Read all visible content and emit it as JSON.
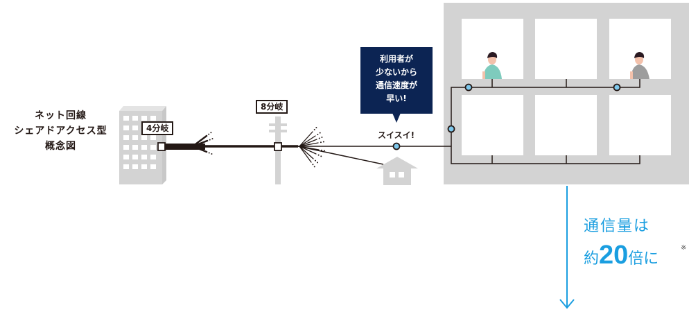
{
  "title": {
    "lines": [
      "ネット回線",
      "シェアドアクセス型",
      "概念図"
    ]
  },
  "labels": {
    "split4": "4分岐",
    "split8": "8分岐"
  },
  "bubble": {
    "lines": [
      "利用者が",
      "少ないから",
      "通信速度が",
      "早い!"
    ]
  },
  "status_text": "スイスイ!",
  "result": {
    "line1": "通信量は",
    "prefix": "約",
    "number": "20",
    "suffix": "倍に",
    "note": "※"
  },
  "colors": {
    "line": "#231815",
    "node_fill": "#7ec8ec",
    "building_gray": "#d3d3d3",
    "bubble_bg": "#0c2453",
    "accent_blue": "#1a9ee0",
    "person1_shirt": "#7ecbbd",
    "person2_shirt": "#9d9d9d"
  },
  "icons": [
    "office-building-icon",
    "utility-pole-icon",
    "house-icon",
    "apartment-building-icon",
    "person-icon",
    "down-arrow-icon"
  ]
}
